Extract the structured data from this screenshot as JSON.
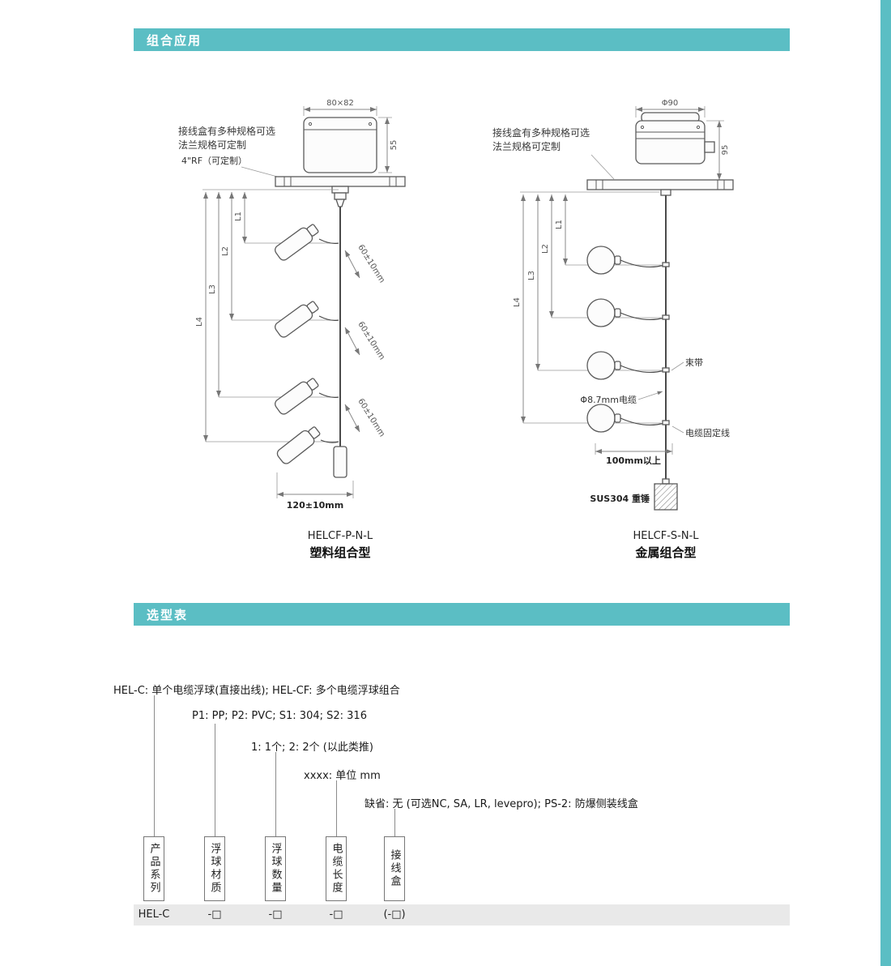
{
  "accent_color": "#5bbec4",
  "section_combo": {
    "title": "组合应用"
  },
  "section_selection": {
    "title": "选型表"
  },
  "diagram_left": {
    "note1": "接线盒有多种规格可选",
    "note2": "法兰规格可定制",
    "flange_note": "4\"RF（可定制）",
    "dim_top": "80×82",
    "dim_side": "55",
    "dims": [
      "L1",
      "L2",
      "L3",
      "L4"
    ],
    "spacing": "60±10mm",
    "dim_bottom": "120±10mm",
    "model": "HELCF-P-N-L",
    "caption": "塑料组合型"
  },
  "diagram_right": {
    "note1": "接线盒有多种规格可选",
    "note2": "法兰规格可定制",
    "dim_top": "Φ90",
    "dim_side": "95",
    "dims": [
      "L1",
      "L2",
      "L3",
      "L4"
    ],
    "label_tie": "束带",
    "label_cable": "Φ8.7mm电缆",
    "label_fix": "电缆固定线",
    "label_min": "100mm以上",
    "label_weight": "SUS304 重锤",
    "model": "HELCF-S-N-L",
    "caption": "金属组合型"
  },
  "selection": {
    "rows": [
      "HEL-C: 单个电缆浮球(直接出线); HEL-CF: 多个电缆浮球组合",
      "P1: PP; P2: PVC; S1: 304; S2: 316",
      "1: 1个; 2: 2个 (以此类推)",
      "xxxx: 单位 mm",
      "缺省: 无 (可选NC, SA, LR, levepro); PS-2: 防爆侧装线盒"
    ],
    "columns": [
      {
        "label": "产品系列",
        "value": "HEL-C"
      },
      {
        "label": "浮球材质",
        "value": "-□"
      },
      {
        "label": "浮球数量",
        "value": "-□"
      },
      {
        "label": "电缆长度",
        "value": "-□"
      },
      {
        "label": "接线盒",
        "value": "(-□)"
      }
    ]
  }
}
